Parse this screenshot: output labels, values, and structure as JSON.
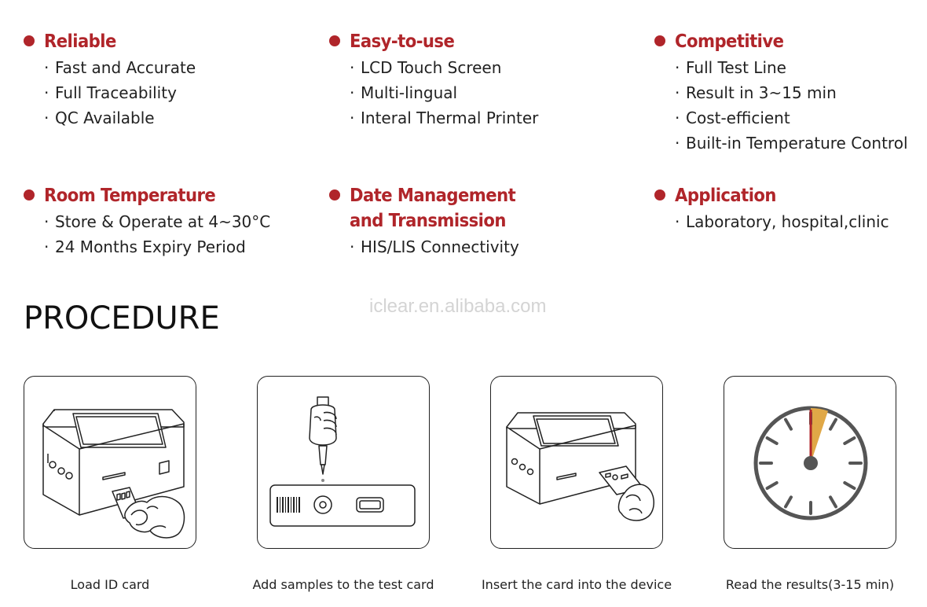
{
  "features": [
    {
      "title": "Reliable",
      "items": [
        "Fast and Accurate",
        "Full Traceability",
        "QC Available"
      ]
    },
    {
      "title": "Easy-to-use",
      "items": [
        "LCD Touch Screen",
        "Multi-lingual",
        "Interal Thermal Printer"
      ]
    },
    {
      "title": "Competitive",
      "items": [
        "Full Test Line",
        "Result in 3~15 min",
        "Cost-efficient",
        "Built-in Temperature Control"
      ]
    },
    {
      "title": "Room Temperature",
      "items": [
        "Store & Operate at 4~30°C",
        "24 Months Expiry Period"
      ]
    },
    {
      "title": "Date Management\nand Transmission",
      "items": [
        "HIS/LIS Connectivity"
      ]
    },
    {
      "title": "Application",
      "items": [
        "Laboratory, hospital,clinic"
      ]
    }
  ],
  "bullet_char": "·",
  "procedure": {
    "title": "PROCEDURE",
    "watermark": "iclear.en.alibaba.com",
    "steps": [
      {
        "caption": "Load ID card",
        "icon": "device-load-id-card-icon"
      },
      {
        "caption": "Add samples to the test card",
        "icon": "pipette-test-card-icon"
      },
      {
        "caption": "Insert the card into the device",
        "icon": "device-insert-card-icon"
      },
      {
        "caption": "Read the results(3-15 min)",
        "icon": "clock-timer-icon"
      }
    ]
  },
  "colors": {
    "accent": "#b0252a",
    "text": "#222222",
    "timer_wedge": "#e0a847",
    "clock_gray": "#555555",
    "watermark": "#d4d4d4"
  }
}
